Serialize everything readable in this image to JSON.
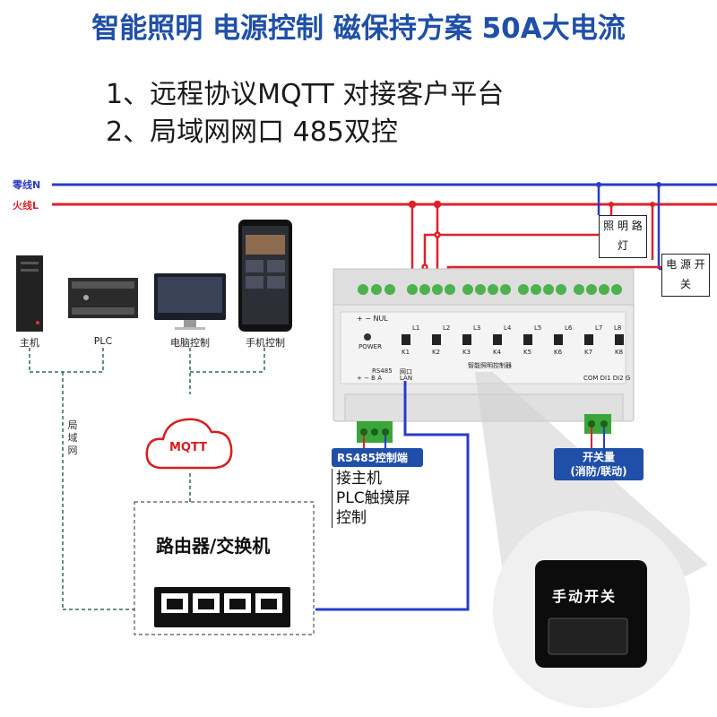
{
  "header": {
    "title": "智能照明 电源控制 磁保持方案 50A大电流",
    "features": [
      "1、远程协议MQTT 对接客户平台",
      "2、局域网网口 485双控"
    ]
  },
  "power_lines": {
    "neutral_label": "零线N",
    "live_label": "火线L",
    "neutral_color": "#2a3cc7",
    "live_color": "#e0202a"
  },
  "loads": {
    "lighting": "照 明 路 灯",
    "power_switch": "电 源 开 关"
  },
  "devices": [
    {
      "label": "主机",
      "icon": "tower-pc-icon"
    },
    {
      "label": "PLC",
      "icon": "plc-icon"
    },
    {
      "label": "电脑控制",
      "icon": "monitor-icon"
    },
    {
      "label": "手机控制",
      "icon": "smartphone-icon"
    }
  ],
  "network": {
    "lan_label": "局域网",
    "cloud_label": "MQTT",
    "router_label": "路由器/交换机"
  },
  "controller": {
    "terminal_label": "+   −   NUL",
    "power_label": "POWER",
    "channels": [
      "K1",
      "K2",
      "K3",
      "K4",
      "K5",
      "K6",
      "K7",
      "K8"
    ],
    "relay_labels": [
      "L1",
      "L2",
      "L3",
      "L4",
      "L5",
      "L6",
      "L7",
      "L8"
    ],
    "rs485_label": "RS485",
    "rs485_pins": "+  −  B  A",
    "lan_port": "网口",
    "lan_text": "LAN",
    "name_plate": "智能照明控制器",
    "com_label": "COM  DI1  DI2  G"
  },
  "rs485_box": {
    "title": "RS485控制端",
    "lines": [
      "接主机",
      "PLC触摸屏",
      "控制"
    ]
  },
  "switch_box": {
    "title": "开关量",
    "subtitle": "(消防/联动)"
  },
  "zoom": {
    "label": "手动开关"
  }
}
